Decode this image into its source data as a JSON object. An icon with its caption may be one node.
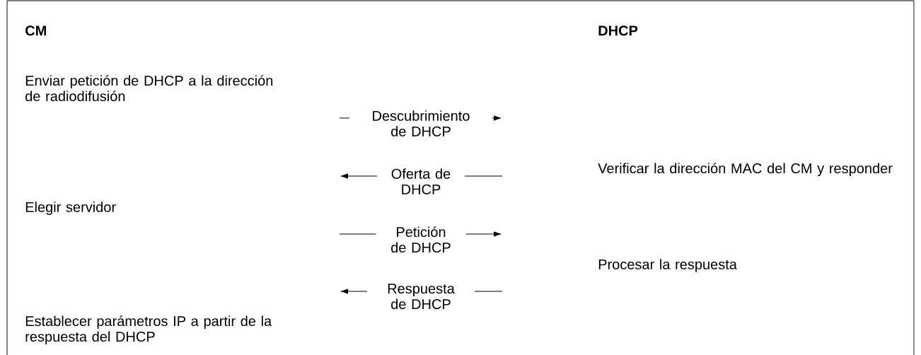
{
  "diagram": {
    "labels": [
      "CM",
      "DHCP",
      "Enviar petición de DHCP a la dirección de radiodifusión",
      "Descubrimiento de DHCP",
      "Oferta de DHCP",
      "Verificar la dirección MAC del CM y responder",
      "Elegir servidor",
      "Petición de DHCP",
      "Procesar la respuesta",
      "Respuesta de DHCP",
      "Establecer parámetros IP a partir de la respuesta del DHCP"
    ]
  }
}
